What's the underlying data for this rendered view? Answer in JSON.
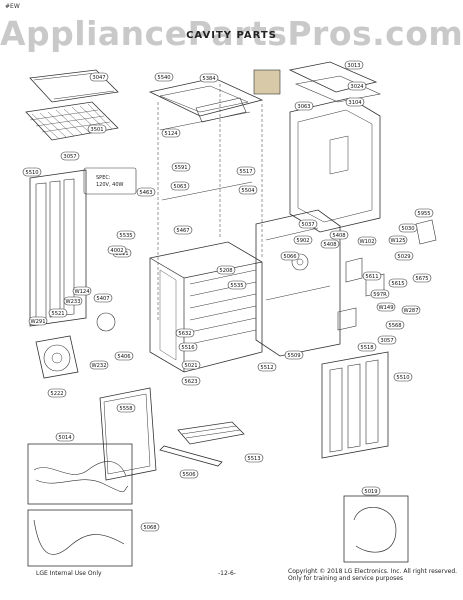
{
  "watermark": "AppliancePartsPros.com",
  "corner_label": "#EW",
  "section_title": "CAVITY PARTS",
  "specs_note": [
    "SPEC:",
    "120V, 40W"
  ],
  "part_labels": [
    "3047",
    "3501",
    "3057",
    "5510",
    "5540",
    "5384",
    "3013",
    "3024",
    "3104",
    "3063",
    "5124",
    "5591",
    "5517",
    "5063",
    "5504",
    "5463",
    "5511",
    "5535",
    "4002",
    "5467",
    "5208",
    "5535",
    "5037",
    "5902",
    "5408",
    "5066",
    "5408",
    "W102",
    "W125",
    "5955",
    "5030",
    "5029",
    "5611",
    "5675",
    "5615",
    "597R",
    "W149",
    "5568",
    "W287",
    "W124",
    "W233",
    "5407",
    "5521",
    "W291",
    "W232",
    "5406",
    "5632",
    "5516",
    "5021",
    "5623",
    "5512",
    "5509",
    "5518",
    "3057",
    "5222",
    "5558",
    "5513",
    "5506",
    "5014",
    "5068",
    "5019",
    "5510"
  ],
  "footer": {
    "left": "LGE Internal Use Only",
    "center": "-12-6-",
    "right_line1": "Copyright © 2018 LG Electronics. Inc. All right reserved.",
    "right_line2": "Only for training and service purposes"
  }
}
